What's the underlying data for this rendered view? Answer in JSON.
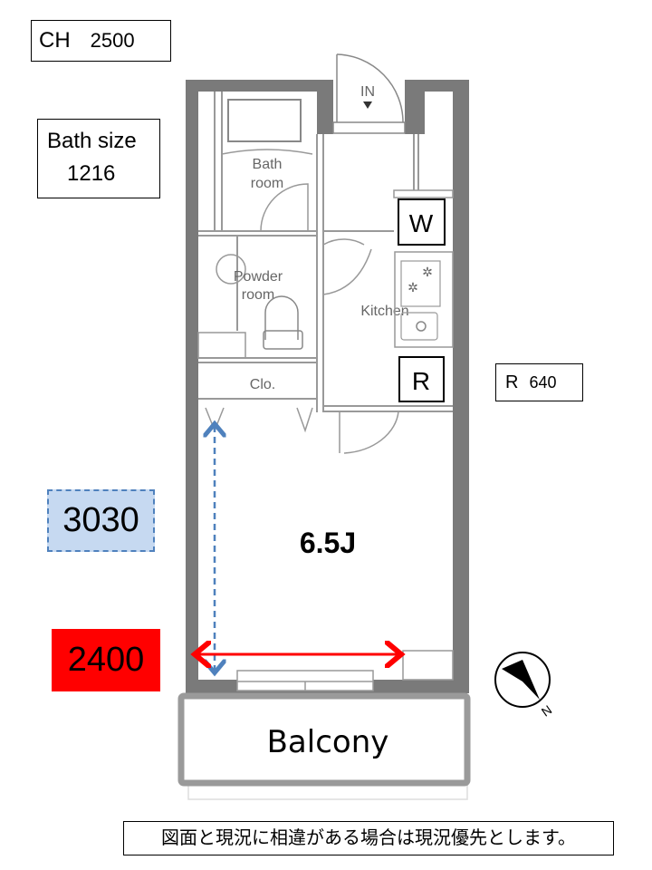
{
  "annotations": {
    "ceiling_height_label": "CH",
    "ceiling_height_value": "2500",
    "bath_size_label": "Bath size",
    "bath_size_value": "1216",
    "refrigerator_label": "R",
    "refrigerator_value": "640",
    "room_depth": "3030",
    "room_width": "2400",
    "note": "図面と現況に相違がある場合は現況優先とします。"
  },
  "floorplan": {
    "entrance": "IN",
    "bathroom": [
      "Bath",
      "room"
    ],
    "powder_room": [
      "Powder",
      "room"
    ],
    "kitchen": "Kitchen",
    "closet": "Clo.",
    "washer": "W",
    "fridge": "R",
    "main_room": "6.5J",
    "balcony": "Balcony",
    "compass": "N"
  },
  "colors": {
    "wall": "#7a7a7a",
    "depth_arrow": "#4f81bd",
    "width_arrow": "#ff0000",
    "depth_fill": "#c6d9f1",
    "width_fill": "#ff0000"
  }
}
